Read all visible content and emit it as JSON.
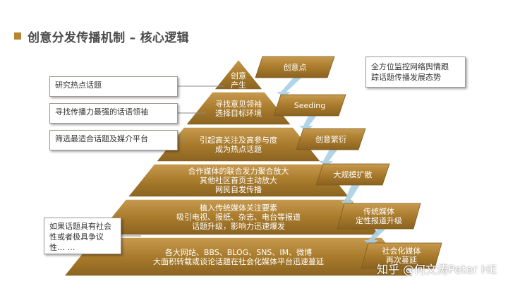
{
  "title": "创意分发传播机制 – 核心逻辑",
  "pyramid": [
    {
      "lines": [
        "创意",
        "产生"
      ]
    },
    {
      "lines": [
        "寻找意见领袖",
        "选择目标环境"
      ]
    },
    {
      "lines": [
        "引起高关注及高参与度",
        "成为热点话题"
      ]
    },
    {
      "lines": [
        "合作媒体的联合发力聚合放大",
        "其他社区首页主动放大",
        "网民自发传播"
      ]
    },
    {
      "lines": [
        "植入传统媒体关注要素",
        "吸引电视、报纸、杂志、电台等报道",
        "话题升级，影响力迅速爆发"
      ]
    },
    {
      "lines": [
        "各大网站、BBS、BLOG、SNS、IM、微博",
        "大面积转载或谈论话题在社会化媒体平台迅速蔓延"
      ]
    }
  ],
  "left_boxes": [
    {
      "text": "研究热点话题"
    },
    {
      "text": "寻找传播力最强的话语领袖"
    },
    {
      "text": "筛选最适合话题及媒介平台"
    },
    {
      "lines": [
        "如果话题具有社会",
        "性或者极具争议",
        "性… …"
      ]
    }
  ],
  "steps": [
    {
      "lines": [
        "创意点"
      ]
    },
    {
      "lines": [
        "Seeding"
      ]
    },
    {
      "lines": [
        "创意繁衍"
      ]
    },
    {
      "lines": [
        "大规模扩散"
      ]
    },
    {
      "lines": [
        "传统媒体",
        "定性报道升级"
      ]
    },
    {
      "lines": [
        "社会化媒体",
        "再次蔓延"
      ]
    }
  ],
  "right_box": {
    "lines": [
      "全方位监控网络舆情跟",
      "踪话题传播发展态势"
    ]
  },
  "watermark": "知乎 @何文涛Peter HE",
  "colors": {
    "gold": "#a97b2c",
    "gold_dark": "#7f5a1b",
    "gold_light": "#caa35c",
    "arrow": "#a9cfe6"
  }
}
